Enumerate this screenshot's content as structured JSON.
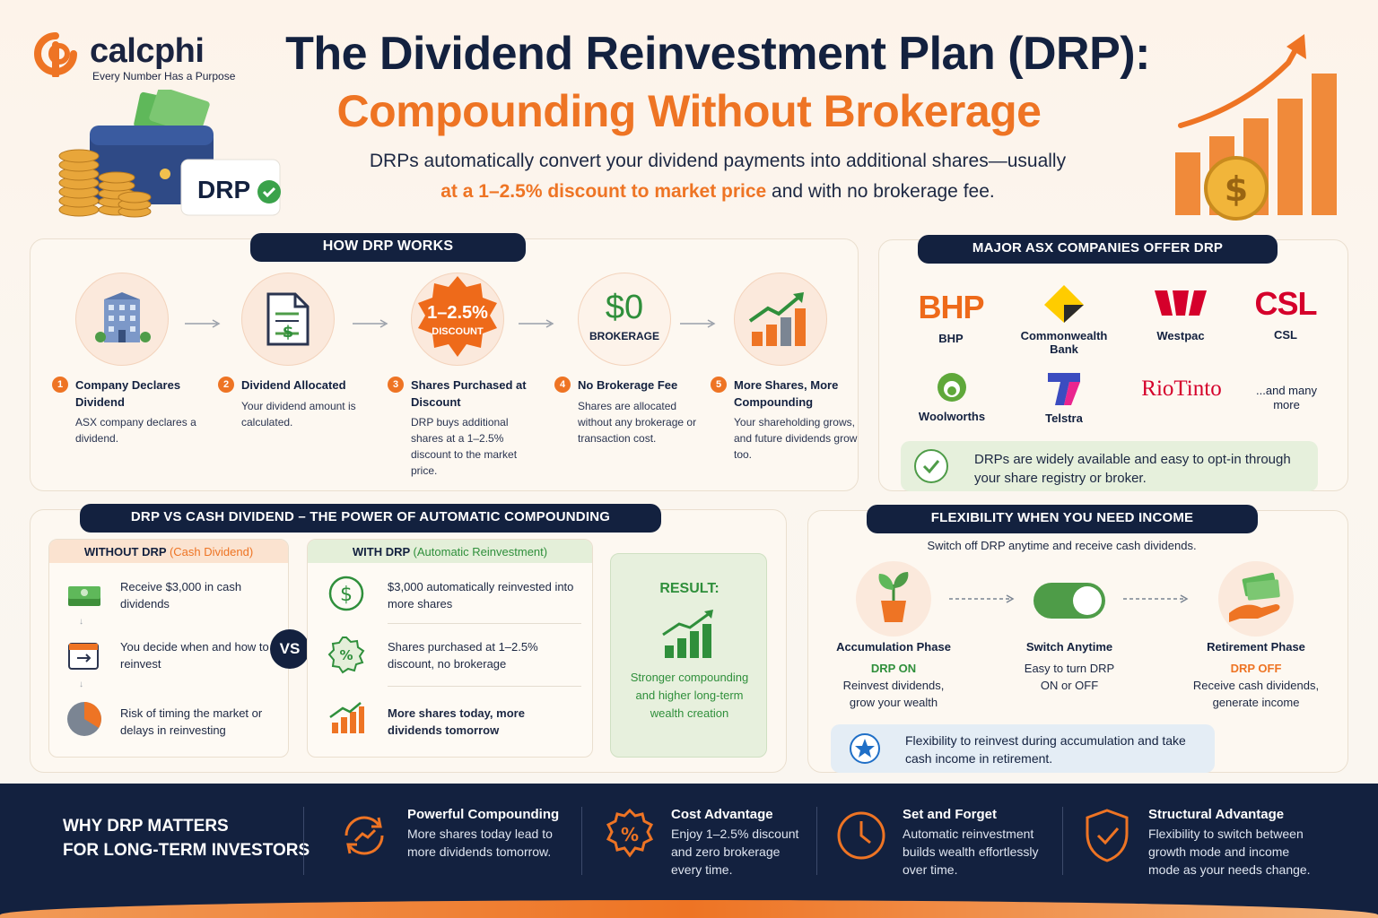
{
  "header": {
    "brand": "calcphi",
    "tagline": "Every Number Has a Purpose",
    "title_line1": "The Dividend Reinvestment Plan (DRP):",
    "title_line2": "Compounding Without Brokerage",
    "subtitle_line1": "DRPs automatically convert your dividend payments into additional shares—usually",
    "subtitle_highlight": "at a 1–2.5% discount to market price",
    "subtitle_rest": " and with no brokerage fee.",
    "wallet_badge": "DRP"
  },
  "how": {
    "title": "HOW DRP WORKS",
    "steps": [
      {
        "num": "1",
        "title": "Company Declares Dividend",
        "desc": "ASX company declares a dividend."
      },
      {
        "num": "2",
        "title": "Dividend Allocated",
        "desc": "Your dividend amount is calculated."
      },
      {
        "num": "3",
        "title": "Shares Purchased at Discount",
        "desc": "DRP buys additional shares at a 1–2.5% discount to the market price.",
        "badge_big": "1–2.5%",
        "badge_small": "DISCOUNT"
      },
      {
        "num": "4",
        "title": "No Brokerage Fee",
        "desc": "Shares are allocated without any brokerage or transaction cost.",
        "badge_big": "$0",
        "badge_small": "BROKERAGE"
      },
      {
        "num": "5",
        "title": "More Shares, More Compounding",
        "desc": "Your shareholding grows, and future dividends grow too."
      }
    ]
  },
  "asx": {
    "title": "MAJOR ASX COMPANIES OFFER DRP",
    "companies": [
      {
        "logo": "BHP",
        "name": "BHP"
      },
      {
        "logo": "",
        "name": "Commonwealth Bank"
      },
      {
        "logo": "",
        "name": "Westpac"
      },
      {
        "logo": "CSL",
        "name": "CSL"
      },
      {
        "logo": "",
        "name": "Woolworths"
      },
      {
        "logo": "",
        "name": "Telstra"
      },
      {
        "logo": "RioTinto",
        "name": ""
      },
      {
        "logo": "",
        "name": "...and many more"
      }
    ],
    "note": "DRPs are widely available and easy to opt-in through your share registry or broker."
  },
  "vs": {
    "title": "DRP VS CASH DIVIDEND – THE POWER OF AUTOMATIC COMPOUNDING",
    "without_head": "WITHOUT DRP",
    "without_sub": "(Cash Dividend)",
    "without_rows": [
      "Receive $3,000 in cash dividends",
      "You decide when and how to reinvest",
      "Risk of timing the market or delays in reinvesting"
    ],
    "with_head": "WITH DRP",
    "with_sub": "(Automatic Reinvestment)",
    "with_rows": [
      "$3,000 automatically reinvested into more shares",
      "Shares purchased at 1–2.5% discount, no brokerage",
      "More shares today, more dividends tomorrow"
    ],
    "vs_label": "VS",
    "result_title": "RESULT:",
    "result_text": "Stronger compounding and higher long-term wealth creation"
  },
  "flex": {
    "title": "FLEXIBILITY WHEN YOU NEED INCOME",
    "subtitle": "Switch off DRP anytime and receive cash dividends.",
    "phases": [
      {
        "title": "Accumulation Phase",
        "status": "DRP ON",
        "desc": "Reinvest dividends, grow your wealth"
      },
      {
        "title": "Switch Anytime",
        "status": "",
        "desc": "Easy to turn DRP ON or OFF"
      },
      {
        "title": "Retirement Phase",
        "status": "DRP OFF",
        "desc": "Receive cash dividends, generate income"
      }
    ],
    "note": "Flexibility to reinvest during accumulation and take cash income in retirement."
  },
  "footer": {
    "heading_line1": "WHY DRP MATTERS",
    "heading_line2": "FOR LONG-TERM INVESTORS",
    "items": [
      {
        "icon": "compounding-icon",
        "title": "Powerful Compounding",
        "desc": "More shares today lead to more dividends tomorrow."
      },
      {
        "icon": "percent-icon",
        "title": "Cost Advantage",
        "desc": "Enjoy 1–2.5% discount and zero brokerage every time."
      },
      {
        "icon": "clock-icon",
        "title": "Set and Forget",
        "desc": "Automatic reinvestment builds wealth effortlessly over time."
      },
      {
        "icon": "shield-check-icon",
        "title": "Structural Advantage",
        "desc": "Flexibility to switch between growth mode and income mode as your needs change."
      }
    ]
  },
  "colors": {
    "navy": "#13213f",
    "orange": "#ee7424",
    "green": "#2f8f3b"
  }
}
